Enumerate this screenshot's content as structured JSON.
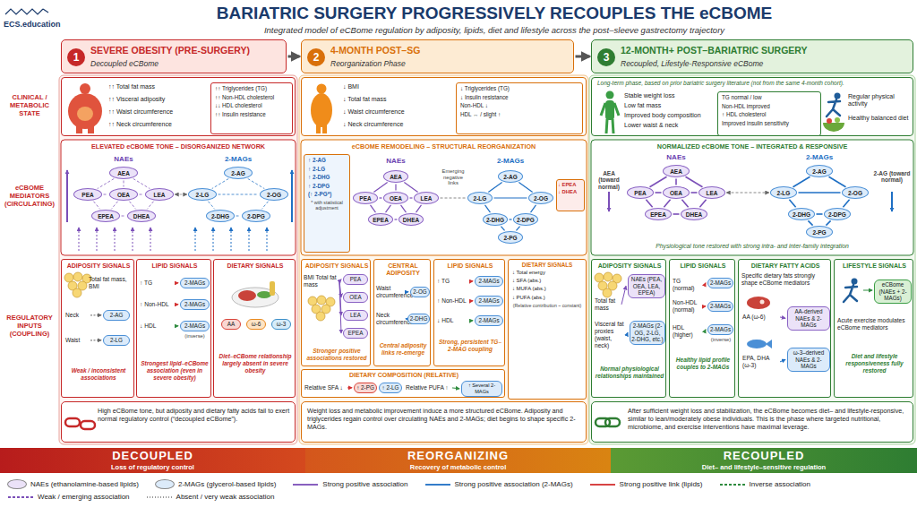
{
  "diagram": {
    "title": "BARIATRIC SURGERY PROGRESSIVELY RECOUPLES THE eCBOME",
    "caption": "Integrated model of eCBome regulation by adiposity, lipids, diet and lifestyle across the post–sleeve gastrectomy trajectory",
    "nodes": [
      {
        "text": [
          "1",
          "SEVERE OBESITY (PRE-SURGERY)",
          "Decoupled eCBome"
        ]
      },
      {
        "text": [
          "2",
          "4-MONTH POST–SG",
          "Reorganization Phase"
        ]
      },
      {
        "text": [
          "3",
          "12-MONTH+ POST–BARIATRIC SURGERY",
          "Recoupled, Lifestyle-Responsive eCBome"
        ]
      },
      {
        "text": [
          "↑↑ Total fat mass",
          "↑↑ Visceral adiposity",
          "↑↑ Waist circumference",
          "↑↑ Neck circumference"
        ]
      },
      {
        "text": [
          "↑↑ Triglycerides (TG)",
          "↑↑ Non-HDL cholesterol",
          "↓↓ HDL cholesterol",
          "↑↑ Insulin resistance"
        ],
        "in": 3
      },
      {
        "text": [
          "↓ BMI",
          "↓ Total fat mass",
          "↓ Waist circumference",
          "↓ Neck circumference"
        ]
      },
      {
        "text": [
          "↓ Triglycerides (TG)",
          "↓ Insulin resistance",
          "Non-HDL ↓",
          "HDL ↔ / slight ↑"
        ],
        "in": 5
      },
      {
        "text": [
          "Long-term phase, based on prior bariatric surgery literature (not from the same 4-month cohort).",
          "Stable weight loss",
          "Low fat mass",
          "Improved body composition",
          "Lower waist & neck",
          "Regular physical activity",
          "Healthy balanced diet"
        ]
      },
      {
        "text": [
          "TG normal / low",
          "Non-HDL improved",
          "↑ HDL cholesterol",
          "Improved insulin sensitivity"
        ],
        "in": 7
      },
      {
        "text": [
          "ELEVATED eCBOME TONE – DISORGANIZED NETWORK",
          "NAEs",
          "2-MAGs"
        ]
      },
      {
        "text": [
          "AEA"
        ],
        "in": 9
      },
      {
        "text": [
          "PEA"
        ],
        "in": 9
      },
      {
        "text": [
          "OEA"
        ],
        "in": 9
      },
      {
        "text": [
          "LEA"
        ],
        "in": 9
      },
      {
        "text": [
          "EPEA"
        ],
        "in": 9
      },
      {
        "text": [
          "DHEA"
        ],
        "in": 9
      },
      {
        "text": [
          "2-AG"
        ],
        "in": 9
      },
      {
        "text": [
          "2-LG"
        ],
        "in": 9
      },
      {
        "text": [
          "2-OG"
        ],
        "in": 9
      },
      {
        "text": [
          "2-DHG"
        ],
        "in": 9
      },
      {
        "text": [
          "2-DPG"
        ],
        "in": 9
      },
      {
        "text": [
          "eCBOME REMODELING – STRUCTURAL REORGANIZATION",
          "NAEs",
          "2-MAGs",
          "Emerging negative links"
        ]
      },
      {
        "text": [
          "↑ 2-AG",
          "↑ 2-LG",
          "↑ 2-DHG",
          "↑ 2-DPG",
          "(↑ 2-PG*)",
          "* with statistical adjustment"
        ],
        "in": 21
      },
      {
        "text": [
          "AEA"
        ],
        "in": 21
      },
      {
        "text": [
          "PEA"
        ],
        "in": 21
      },
      {
        "text": [
          "OEA"
        ],
        "in": 21
      },
      {
        "text": [
          "LEA"
        ],
        "in": 21
      },
      {
        "text": [
          "EPEA"
        ],
        "in": 21
      },
      {
        "text": [
          "DHEA"
        ],
        "in": 21
      },
      {
        "text": [
          "2-AG"
        ],
        "in": 21
      },
      {
        "text": [
          "2-LG"
        ],
        "in": 21
      },
      {
        "text": [
          "2-OG"
        ],
        "in": 21
      },
      {
        "text": [
          "2-DHG"
        ],
        "in": 21
      },
      {
        "text": [
          "2-DPG"
        ],
        "in": 21
      },
      {
        "text": [
          "2-PG"
        ],
        "in": 21
      },
      {
        "text": [
          "↓ EPEA",
          "↓ DHEA"
        ],
        "in": 21
      },
      {
        "text": [
          "NORMALIZED eCBOME TONE – INTEGRATED & RESPONSIVE",
          "NAEs",
          "2-MAGs",
          "AEA (toward normal)",
          "2-AG (toward normal)",
          "Physiological tone restored with strong intra- and inter-family integration"
        ]
      },
      {
        "text": [
          "AEA"
        ],
        "in": 36
      },
      {
        "text": [
          "PEA"
        ],
        "in": 36
      },
      {
        "text": [
          "OEA"
        ],
        "in": 36
      },
      {
        "text": [
          "LEA"
        ],
        "in": 36
      },
      {
        "text": [
          "EPEA"
        ],
        "in": 36
      },
      {
        "text": [
          "DHEA"
        ],
        "in": 36
      },
      {
        "text": [
          "2-AG"
        ],
        "in": 36
      },
      {
        "text": [
          "2-LG"
        ],
        "in": 36
      },
      {
        "text": [
          "2-OG"
        ],
        "in": 36
      },
      {
        "text": [
          "2-DHG"
        ],
        "in": 36
      },
      {
        "text": [
          "2-DPG"
        ],
        "in": 36
      },
      {
        "text": [
          "2-PG"
        ],
        "in": 36
      },
      {
        "text": [
          "ADIPOSITY SIGNALS",
          "Total fat mass, BMI",
          "Neck",
          "2-AG",
          "Waist",
          "2-LG",
          "Weak / inconsistent associations"
        ]
      },
      {
        "text": [
          "LIPID SIGNALS",
          "↑ TG",
          "2-MAGs",
          "↑ Non-HDL",
          "2-MAGs",
          "↓ HDL",
          "2-MAGs",
          "(inverse)",
          "Strongest lipid–eCBome association (even in severe obesity)"
        ]
      },
      {
        "text": [
          "DIETARY SIGNALS",
          "AA",
          "ω-6",
          "ω-3",
          "Diet–eCBome relationship largely absent in severe obesity"
        ]
      },
      {
        "text": [
          "High eCBome tone, but adiposity and dietary fatty acids fail to exert normal regulatory control (“decoupled eCBome”)."
        ]
      },
      {
        "text": [
          "ADIPOSITY SIGNALS",
          "BMI Total fat mass",
          "PEA",
          "OEA",
          "LEA",
          "EPEA",
          "Stronger positive associations restored"
        ]
      },
      {
        "text": [
          "CENTRAL ADIPOSITY",
          "Waist circumference",
          "2-OG",
          "Neck circumference",
          "2-DHG",
          "Central adiposity links re-emerge"
        ]
      },
      {
        "text": [
          "LIPID SIGNALS",
          "↑ TG",
          "2-MAGs",
          "↑ Non-HDL",
          "2-MAGs",
          "↓ HDL",
          "2-MAGs",
          "Strong, persistent TG–2-MAG coupling"
        ]
      },
      {
        "text": [
          "DIETARY SIGNALS",
          "↓ Total energy",
          "↓ SFA (abs.)",
          "↓ MUFA (abs.)",
          "↓ PUFA (abs.)",
          "(Relative contribution ~ constant)"
        ]
      },
      {
        "text": [
          "DIETARY COMPOSITION (RELATIVE)",
          "Relative SFA ↓",
          "↑ 2-PG",
          "↑ 2-LG",
          "Relative PUFA ↑",
          "↑ Several 2-MAGs"
        ]
      },
      {
        "text": [
          "Weight loss and metabolic improvement induce a more structured eCBome. Adiposity and triglycerides regain control over circulating NAEs and 2-MAGs; diet begins to shape specific 2-MAGs."
        ]
      },
      {
        "text": [
          "ADIPOSITY SIGNALS",
          "Total fat mass",
          "NAEs (PEA, OEA, LEA, EPEA)",
          "Visceral fat proxies (waist, neck)",
          "2-MAGs (2-OG, 2-LG, 2-DHG, etc.)",
          "Normal physiological relationships maintained"
        ]
      },
      {
        "text": [
          "LIPID SIGNALS",
          "TG (normal)",
          "2-MAGs",
          "Non-HDL (normal)",
          "2-MAGs",
          "HDL (higher)",
          "2-MAGs",
          "(inverse)",
          "Healthy lipid profile couples to 2-MAGs"
        ]
      },
      {
        "text": [
          "DIETARY FATTY ACIDS",
          "Specific dietary fats strongly shape eCBome mediators",
          "AA (ω-6)",
          "AA-derived NAEs & 2-MAGs",
          "EPA, DHA (ω-3)",
          "ω-3–derived NAEs & 2-MAGs"
        ]
      },
      {
        "text": [
          "LIFESTYLE SIGNALS",
          "eCBome (NAEs + 2-MAGs)",
          "Acute exercise modulates eCBome mediators",
          "Diet and lifestyle responsiveness fully restored"
        ]
      },
      {
        "text": [
          "After sufficient weight loss and stabilization, the eCBome becomes diet– and lifestyle-responsive, similar to lean/moderately obese individuals. This is the phase where targeted nutritional, microbiome, and exercise interventions have maximal leverage."
        ]
      },
      {
        "text": [
          "DECOUPLED",
          "Loss of regulatory control"
        ]
      },
      {
        "text": [
          "REORGANIZING",
          "Recovery of metabolic control"
        ]
      },
      {
        "text": [
          "RECOUPLED",
          "Diet– and lifestyle–sensitive regulation"
        ]
      }
    ],
    "edges": [
      {
        "from": 0,
        "to": 1,
        "arrow": "to"
      },
      {
        "from": 1,
        "to": 2,
        "arrow": "to"
      },
      {
        "from": 10,
        "to": 11,
        "arrow": "none"
      },
      {
        "from": 10,
        "to": 12,
        "arrow": "none"
      },
      {
        "from": 10,
        "to": 13,
        "arrow": "none"
      },
      {
        "from": 11,
        "to": 12,
        "arrow": "none"
      },
      {
        "from": 12,
        "to": 13,
        "arrow": "none"
      },
      {
        "from": 11,
        "to": 14,
        "arrow": "none"
      },
      {
        "from": 12,
        "to": 14,
        "arrow": "none"
      },
      {
        "from": 12,
        "to": 15,
        "arrow": "none"
      },
      {
        "from": 13,
        "to": 15,
        "arrow": "none"
      },
      {
        "from": 14,
        "to": 15,
        "arrow": "none"
      },
      {
        "from": 16,
        "to": 17,
        "arrow": "none"
      },
      {
        "from": 16,
        "to": 18,
        "arrow": "none"
      },
      {
        "from": 17,
        "to": 18,
        "arrow": "none"
      },
      {
        "from": 17,
        "to": 19,
        "arrow": "none"
      },
      {
        "from": 18,
        "to": 20,
        "arrow": "none"
      },
      {
        "from": 19,
        "to": 20,
        "arrow": "none"
      },
      {
        "from": 13,
        "to": 17,
        "arrow": "both"
      },
      {
        "from": 23,
        "to": 24,
        "arrow": "none"
      },
      {
        "from": 23,
        "to": 25,
        "arrow": "none"
      },
      {
        "from": 23,
        "to": 26,
        "arrow": "none"
      },
      {
        "from": 24,
        "to": 25,
        "arrow": "none"
      },
      {
        "from": 25,
        "to": 26,
        "arrow": "none"
      },
      {
        "from": 24,
        "to": 27,
        "arrow": "none"
      },
      {
        "from": 25,
        "to": 27,
        "arrow": "none"
      },
      {
        "from": 25,
        "to": 28,
        "arrow": "none"
      },
      {
        "from": 26,
        "to": 28,
        "arrow": "none"
      },
      {
        "from": 27,
        "to": 28,
        "arrow": "none"
      },
      {
        "from": 29,
        "to": 30,
        "arrow": "none"
      },
      {
        "from": 29,
        "to": 31,
        "arrow": "none"
      },
      {
        "from": 30,
        "to": 31,
        "arrow": "none"
      },
      {
        "from": 30,
        "to": 32,
        "arrow": "none"
      },
      {
        "from": 31,
        "to": 33,
        "arrow": "none"
      },
      {
        "from": 32,
        "to": 33,
        "arrow": "none"
      },
      {
        "from": 32,
        "to": 34,
        "arrow": "none"
      },
      {
        "from": 33,
        "to": 34,
        "arrow": "none"
      },
      {
        "from": 26,
        "to": 30,
        "arrow": "none"
      },
      {
        "from": 37,
        "to": 38,
        "arrow": "none"
      },
      {
        "from": 37,
        "to": 39,
        "arrow": "none"
      },
      {
        "from": 37,
        "to": 40,
        "arrow": "none"
      },
      {
        "from": 38,
        "to": 39,
        "arrow": "none"
      },
      {
        "from": 39,
        "to": 40,
        "arrow": "none"
      },
      {
        "from": 38,
        "to": 41,
        "arrow": "none"
      },
      {
        "from": 39,
        "to": 41,
        "arrow": "none"
      },
      {
        "from": 39,
        "to": 42,
        "arrow": "none"
      },
      {
        "from": 40,
        "to": 42,
        "arrow": "none"
      },
      {
        "from": 41,
        "to": 42,
        "arrow": "none"
      },
      {
        "from": 43,
        "to": 44,
        "arrow": "none"
      },
      {
        "from": 43,
        "to": 45,
        "arrow": "none"
      },
      {
        "from": 44,
        "to": 45,
        "arrow": "none"
      },
      {
        "from": 44,
        "to": 46,
        "arrow": "none"
      },
      {
        "from": 45,
        "to": 47,
        "arrow": "none"
      },
      {
        "from": 46,
        "to": 47,
        "arrow": "none"
      },
      {
        "from": 46,
        "to": 48,
        "arrow": "none"
      },
      {
        "from": 47,
        "to": 48,
        "arrow": "none"
      },
      {
        "from": 40,
        "to": 44,
        "arrow": "both"
      }
    ],
    "labels": [
      "ECS.education",
      "CLINICAL / METABOLIC STATE",
      "eCBOME MEDIATORS (CIRCULATING)",
      "REGULATORY INPUTS (COUPLING)"
    ],
    "legend": [
      {
        "text": "NAEs (ethanolamine-based lipids)",
        "color": "#ebe2f8"
      },
      {
        "text": "2-MAGs (glycerol-based lipids)",
        "color": "#dcebfa"
      },
      {
        "text": "Strong positive association"
      },
      {
        "text": "Strong positive association (2-MAGs)"
      },
      {
        "text": "Strong positive link (lipids)"
      },
      {
        "text": "Inverse association"
      },
      {
        "text": "Weak / emerging association"
      },
      {
        "text": "Absent / very weak association"
      }
    ]
  }
}
